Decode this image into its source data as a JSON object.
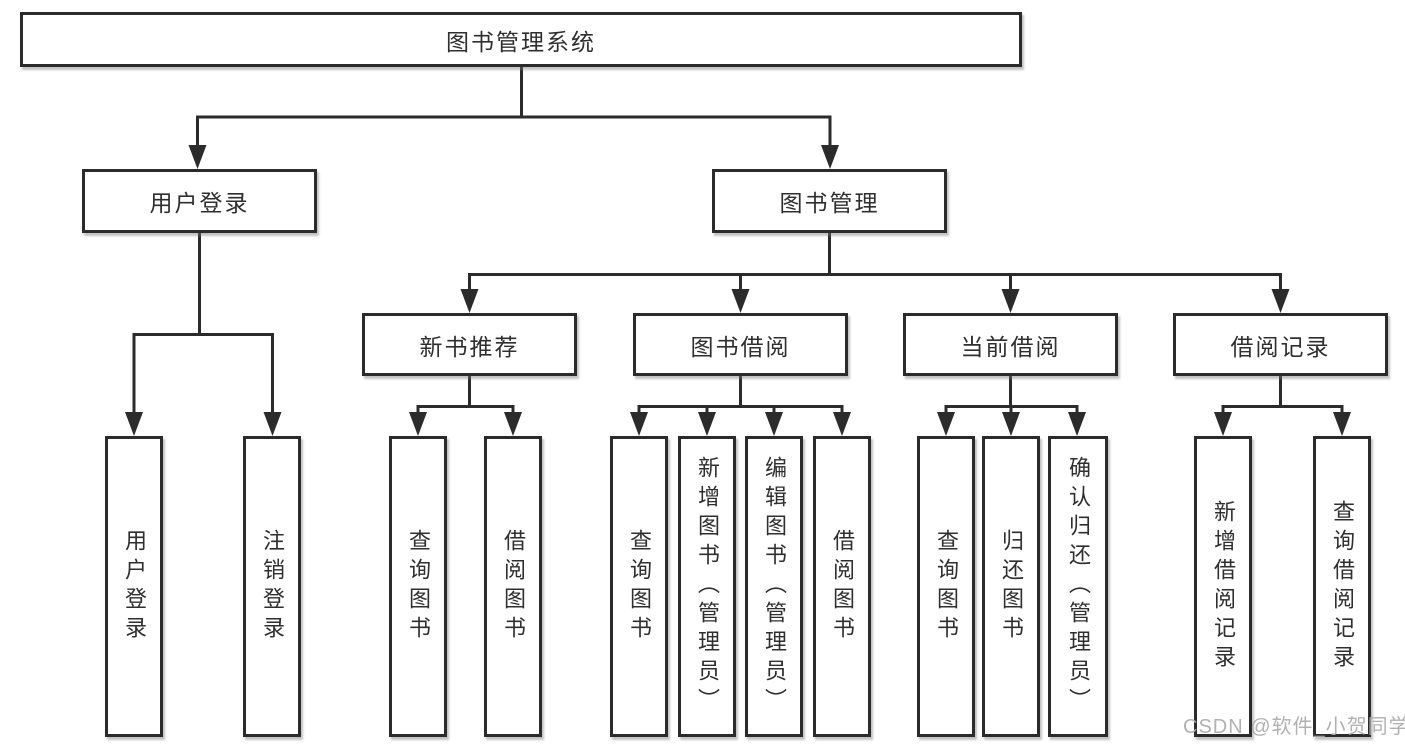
{
  "diagram": {
    "root": {
      "label": "图书管理系统"
    },
    "level2": [
      {
        "label": "用户登录",
        "children": [
          {
            "label": "用户登录"
          },
          {
            "label": "注销登录"
          }
        ]
      },
      {
        "label": "图书管理",
        "children": [
          {
            "label": "新书推荐",
            "children": [
              {
                "label": "查询图书"
              },
              {
                "label": "借阅图书"
              }
            ]
          },
          {
            "label": "图书借阅",
            "children": [
              {
                "label": "查询图书"
              },
              {
                "label": "新增图书（管理员）"
              },
              {
                "label": "编辑图书（管理员）"
              },
              {
                "label": "借阅图书"
              }
            ]
          },
          {
            "label": "当前借阅",
            "children": [
              {
                "label": "查询图书"
              },
              {
                "label": "归还图书"
              },
              {
                "label": "确认归还（管理员）"
              }
            ]
          },
          {
            "label": "借阅记录",
            "children": [
              {
                "label": "新增借阅记录"
              },
              {
                "label": "查询借阅记录"
              }
            ]
          }
        ]
      }
    ]
  },
  "watermark": {
    "text": "CSDN @软件_小贺同学",
    "color": "#a8a8a8"
  },
  "colors": {
    "line": "#2b2b2b",
    "box_border": "#2b2b2b",
    "text": "#2f2f2f",
    "background": "#ffffff"
  }
}
